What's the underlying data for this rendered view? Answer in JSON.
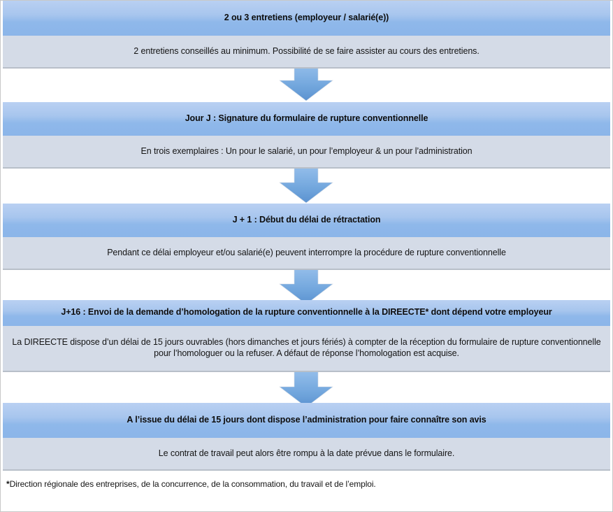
{
  "diagram": {
    "title_semantic": "procedure-rupture-conventionnelle-timeline",
    "colors": {
      "header_top": "#b9d0f2",
      "header_bottom": "#8bb5e9",
      "body": "#d4dbe7",
      "arrow_light": "#8fbbe8",
      "arrow_dark": "#5d94d1",
      "text": "#0d0d0d",
      "frame": "#c8c8c8"
    },
    "steps": [
      {
        "id": "step-1",
        "header": "2 ou 3 entretiens (employeur / salarié(e))",
        "body": "2 entretiens conseillés au minimum. Possibilité de se faire assister au cours des entretiens."
      },
      {
        "id": "step-2",
        "header": "Jour J : Signature du formulaire de rupture conventionnelle",
        "body": "En trois exemplaires : Un pour le salarié, un pour l’employeur & un pour l’administration"
      },
      {
        "id": "step-3",
        "header": "J + 1 : Début du délai de rétractation",
        "body": "Pendant ce délai employeur et/ou salarié(e) peuvent interrompre la procédure de rupture conventionnelle"
      },
      {
        "id": "step-4",
        "header": "J+16 : Envoi de la demande d’homologation de la rupture conventionnelle à la DIREECTE* dont dépend votre employeur",
        "body": "La DIREECTE dispose d’un délai de 15 jours ouvrables (hors dimanches et jours fériés) à compter de la réception du formulaire de rupture conventionnelle pour l’homologuer ou  la refuser. A défaut de réponse l’homologation est acquise."
      },
      {
        "id": "step-5",
        "header": "A l’issue du délai de 15 jours dont dispose l’administration pour faire connaître son avis",
        "body": "Le contrat de travail peut alors être rompu à la date prévue dans le formulaire."
      }
    ],
    "arrows": [
      {
        "id": "arrow-1-2",
        "direction": "down"
      },
      {
        "id": "arrow-2-3",
        "direction": "down"
      },
      {
        "id": "arrow-3-4",
        "direction": "down"
      },
      {
        "id": "arrow-4-5",
        "direction": "down"
      }
    ],
    "footnote": {
      "marker": "*",
      "text": "Direction régionale des entreprises, de la concurrence, de la consommation, du travail et de l’emploi."
    }
  }
}
